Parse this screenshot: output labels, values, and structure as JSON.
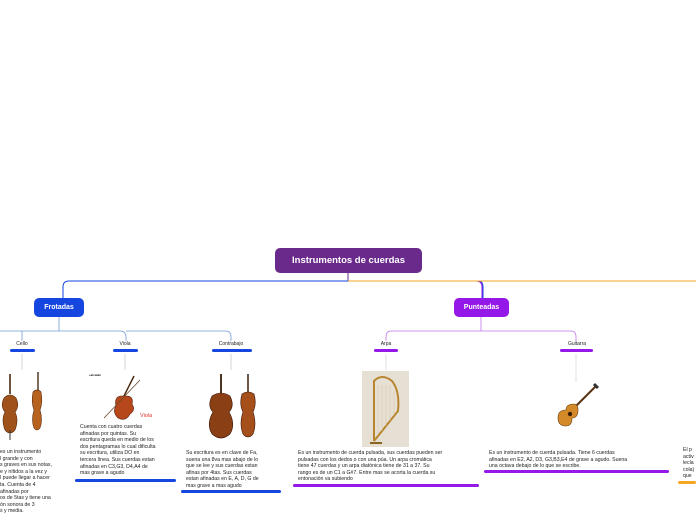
{
  "root": {
    "title": "Instrumentos de cuerdas"
  },
  "branches": {
    "frotadas": {
      "label": "Frotadas"
    },
    "punteadas": {
      "label": "Punteadas"
    }
  },
  "instruments": {
    "cello": {
      "label": "Cello",
      "lines": [
        "es un instrumento",
        "l grande y con",
        "s graves en sus notas,",
        "e y nítidos a la vez y",
        "l puede llegar a hacer",
        "ta. Cuenta de 4",
        "afinadas por",
        "os de 5tas y tiene una",
        "ón sonora de 3",
        "s y media."
      ]
    },
    "viola": {
      "label": "Viola",
      "image_caption": "Viola",
      "lines": [
        "Cuenta con cuatro cuerdas",
        "afinadas por quintas. Su",
        "escritura queda en medio de los",
        "dos pentagramas lo cual dificulta",
        "su escritura, utiliza DO en",
        "tercera línea. Sus cuerdas estan",
        "afinadas en C3,G3, D4,A4 de",
        "mas grave a agudo"
      ]
    },
    "contrabajo": {
      "label": "Contrabajo",
      "lines": [
        "Su escritura es en clave de Fa,",
        "suena una 8va mas abajo de lo",
        "que se lee y sus cuerdas estan",
        "afinas por 4tas. Sus cuerdas",
        "estan afinadas en E, A, D, G de",
        "mas grave a mas agudo"
      ]
    },
    "arpa": {
      "label": "Arpa",
      "lines": [
        "Es un instrumento de cuerda pulsada, sus cuerdas pueden ser",
        "pulsadas con los dedos o con una púa. Un arpa cromática",
        "tiene 47 cuerdas y un arpa diatónica tiene de 31 a 37. Su",
        "rango es de un C1 a G#7. Entre mas se acorta la cuerda su",
        "entonación va subiendo"
      ]
    },
    "guitarra": {
      "label": "Guitarra",
      "lines": [
        "Es un instrumento de cuerda pulsada. Tiene 6 cuerdas",
        "afinadas en E2, A2, D3, G3,B3,E4 de grave a agudo. Suena",
        "una octava debajo de lo que se escribe."
      ]
    },
    "offscreen": {
      "lines": [
        "El p",
        "activ",
        "lecla",
        "cola)",
        "que"
      ]
    }
  },
  "colors": {
    "root": "#6a2a8b",
    "frotadas": "#1546e0",
    "punteadas": "#9418e8",
    "third_branch": "#f5a623",
    "frotadas_child_line": "#6f9bd6",
    "punteadas_child_line": "#c274e6"
  }
}
